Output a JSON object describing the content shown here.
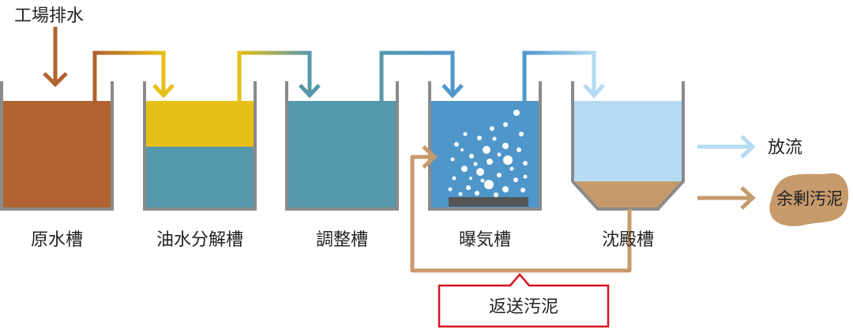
{
  "inflow_label": "工場排水",
  "tanks": [
    {
      "name": "原水槽"
    },
    {
      "name": "油水分解槽"
    },
    {
      "name": "調整槽"
    },
    {
      "name": "曝気槽"
    },
    {
      "name": "沈殿槽"
    }
  ],
  "outputs": {
    "discharge": "放流",
    "excess_sludge": "余剰汚泥"
  },
  "return_sludge_label": "返送汚泥",
  "colors": {
    "raw_water": "#b0632f",
    "oil": "#e7bf16",
    "water_teal": "#5598ab",
    "aeration_blue": "#4f96cb",
    "clear_water": "#b5dbf3",
    "sludge": "#c79a6c",
    "tank_wall": "#8a8a8a",
    "diffuser": "#555555",
    "callout_border": "#d6151d"
  }
}
